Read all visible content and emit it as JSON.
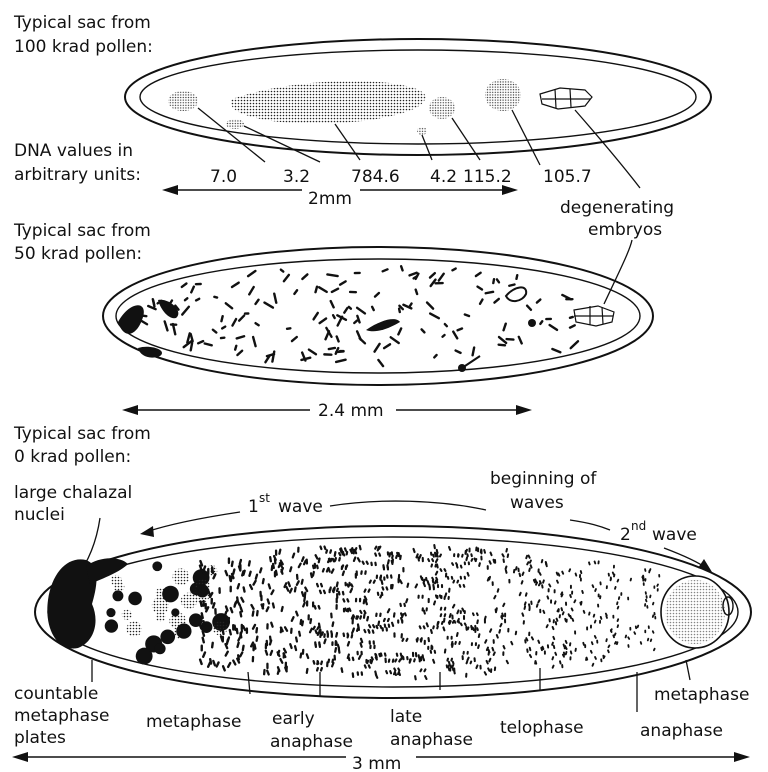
{
  "sections": {
    "s100": {
      "title_line1": "Typical sac from",
      "title_line2": "100 krad pollen:",
      "dna_label_line1": "DNA values in",
      "dna_label_line2": "arbitrary units:",
      "dna_values": [
        "7.0",
        "3.2",
        "784.6",
        "4.2",
        "115.2",
        "105.7"
      ],
      "scale": "2mm",
      "embryo_label_line1": "degenerating",
      "embryo_label_line2": "embryos"
    },
    "s50": {
      "title_line1": "Typical sac from",
      "title_line2": "50 krad pollen:",
      "scale": "2.4 mm"
    },
    "s0": {
      "title_line1": "Typical sac from",
      "title_line2": "0 krad pollen:",
      "chalazal_line1": "large chalazal",
      "chalazal_line2": "nuclei",
      "wave1": "1",
      "wave1_sup": "st",
      "wave1_word": "wave",
      "beginning_line1": "beginning of",
      "beginning_line2": "waves",
      "wave2": "2",
      "wave2_sup": "nd",
      "wave2_word": "wave",
      "stages": {
        "countable_line1": "countable",
        "countable_line2": "metaphase",
        "countable_line3": "plates",
        "metaphase_left": "metaphase",
        "early_line1": "early",
        "early_line2": "anaphase",
        "late_line1": "late",
        "late_line2": "anaphase",
        "telophase": "telophase",
        "metaphase_right": "metaphase",
        "anaphase_right": "anaphase"
      },
      "scale": "3 mm"
    }
  }
}
